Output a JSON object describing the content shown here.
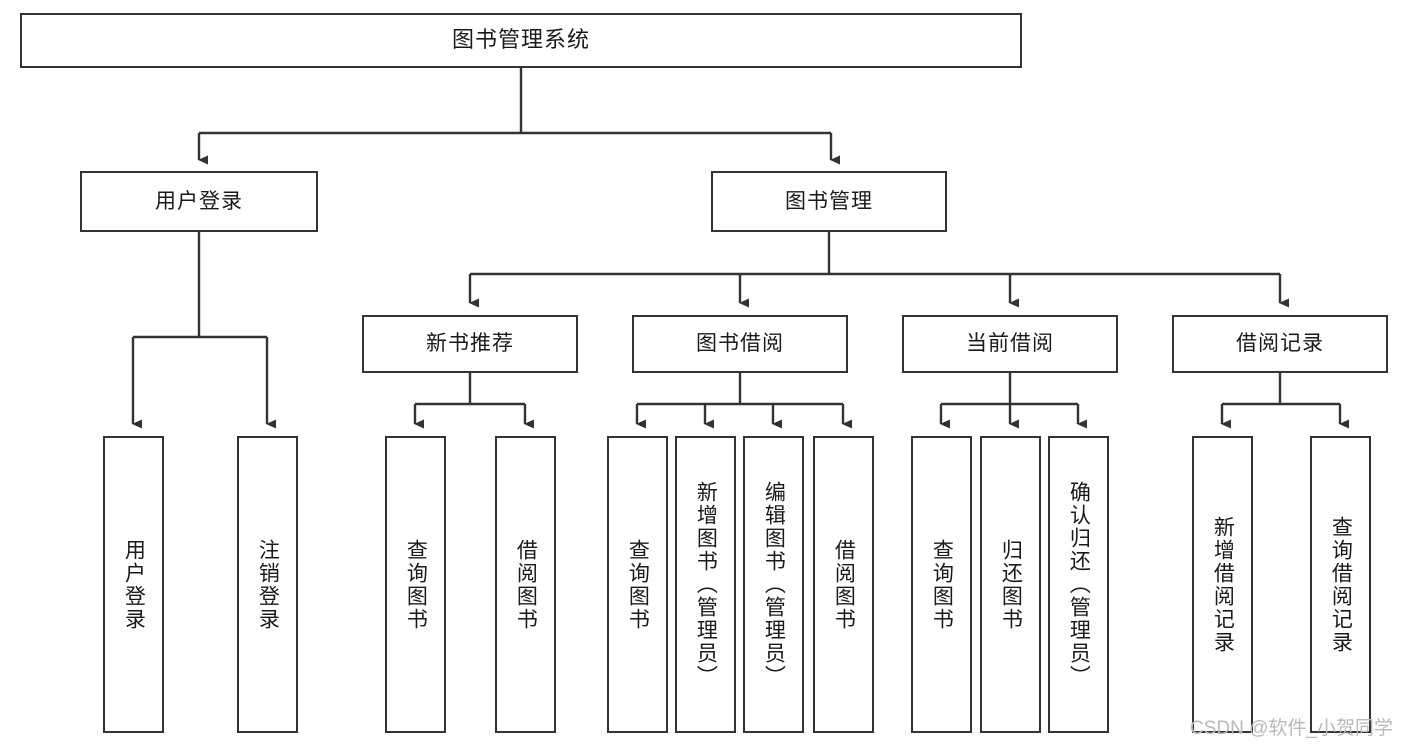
{
  "diagram": {
    "title": "图书管理系统",
    "type": "tree-hierarchy-chart",
    "root": {
      "label": "图书管理系统"
    },
    "level1": [
      {
        "label": "用户登录"
      },
      {
        "label": "图书管理"
      }
    ],
    "level2": [
      {
        "label": "新书推荐"
      },
      {
        "label": "图书借阅"
      },
      {
        "label": "当前借阅"
      },
      {
        "label": "借阅记录"
      }
    ],
    "leaves": {
      "user_login": [
        {
          "label": "用户登录"
        },
        {
          "label": "注销登录"
        }
      ],
      "new_book_recommend": [
        {
          "label": "查询图书"
        },
        {
          "label": "借阅图书"
        }
      ],
      "book_borrow": [
        {
          "label": "查询图书"
        },
        {
          "label": "新增图书（管理员）"
        },
        {
          "label": "编辑图书（管理员）"
        },
        {
          "label": "借阅图书"
        }
      ],
      "current_borrow": [
        {
          "label": "查询图书"
        },
        {
          "label": "归还图书"
        },
        {
          "label": "确认归还（管理员）"
        }
      ],
      "borrow_record": [
        {
          "label": "新增借阅记录"
        },
        {
          "label": "查询借阅记录"
        }
      ]
    }
  },
  "watermark": {
    "text": "CSDN @软件_小贺同学"
  },
  "colors": {
    "border": "#333333",
    "background": "#ffffff",
    "text": "#1a1a1a",
    "watermark": "#b9b9b9"
  }
}
